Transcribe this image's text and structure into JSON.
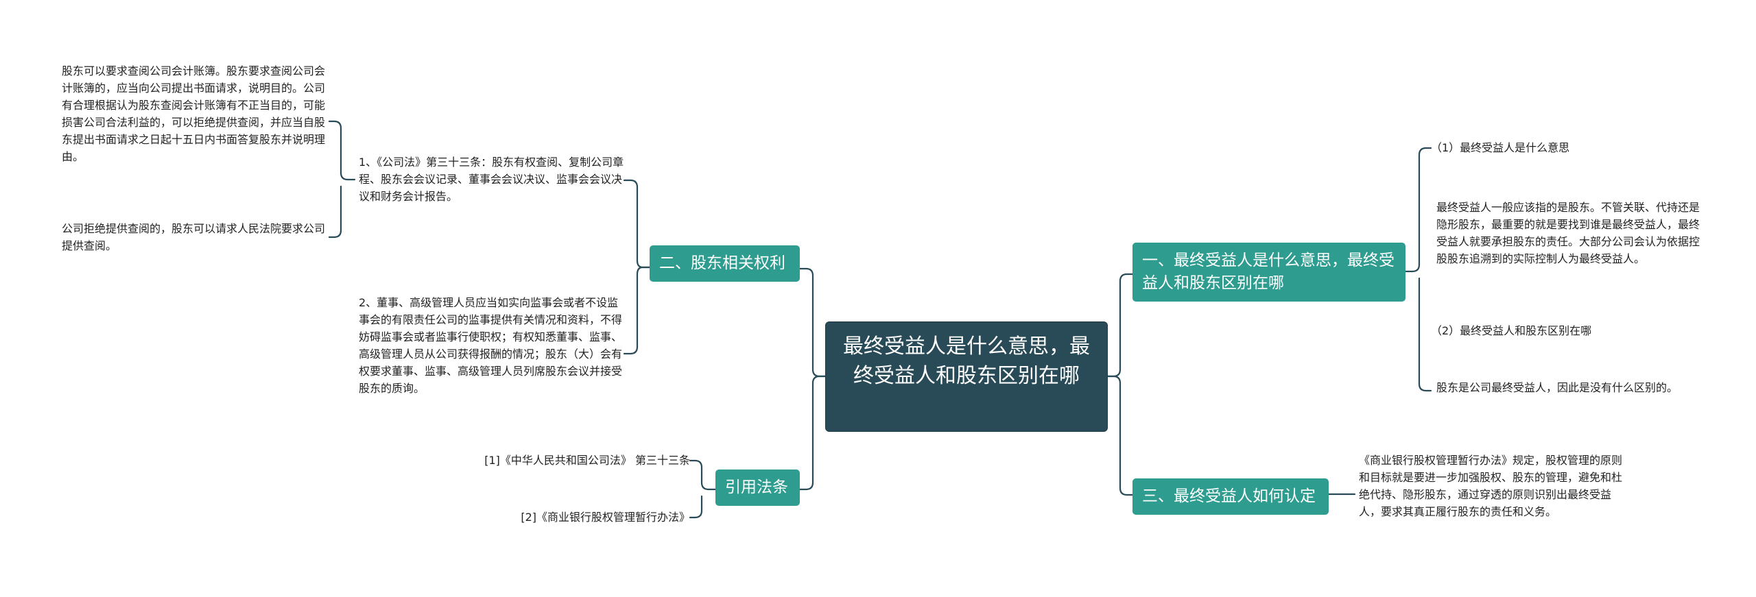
{
  "root": {
    "title": "最终受益人是什么意思，最终受益人和股东区别在哪"
  },
  "left": {
    "rights": {
      "label": "二、股东相关权利",
      "item1": {
        "text": "1、《公司法》第三十三条：股东有权查阅、复制公司章程、股东会会议记录、董事会会议决议、监事会会议决议和财务会计报告。",
        "details": [
          "股东可以要求查阅公司会计账簿。股东要求查阅公司会计账簿的，应当向公司提出书面请求，说明目的。公司有合理根据认为股东查阅会计账簿有不正当目的，可能损害公司合法利益的，可以拒绝提供查阅，并应当自股东提出书面请求之日起十五日内书面答复股东并说明理由。",
          "公司拒绝提供查阅的，股东可以请求人民法院要求公司提供查阅。"
        ]
      },
      "item2": {
        "text": "2、董事、高级管理人员应当如实向监事会或者不设监事会的有限责任公司的监事提供有关情况和资料，不得妨碍监事会或者监事行使职权；有权知悉董事、监事、高级管理人员从公司获得报酬的情况；股东（大）会有权要求董事、监事、高级管理人员列席股东会议并接受股东的质询。"
      }
    },
    "laws": {
      "label": "引用法条",
      "items": [
        "[1]《中华人民共和国公司法》 第三十三条",
        "[2]《商业银行股权管理暂行办法》"
      ]
    }
  },
  "right": {
    "meaning": {
      "label": "一、最终受益人是什么意思，最终受益人和股东区别在哪",
      "q1": "（1）最终受益人是什么意思",
      "a1": "最终受益人一般应该指的是股东。不管关联、代持还是隐形股东，最重要的就是要找到谁是最终受益人，最终受益人就要承担股东的责任。大部分公司会认为依据控股股东追溯到的实际控制人为最终受益人。",
      "q2": "（2）最终受益人和股东区别在哪",
      "a2": "股东是公司最终受益人，因此是没有什么区别的。"
    },
    "identify": {
      "label": "三、最终受益人如何认定",
      "text": "《商业银行股权管理暂行办法》规定，股权管理的原则和目标就是要进一步加强股权、股东的管理，避免和杜绝代持、隐形股东，通过穿透的原则识别出最终受益人，要求其真正履行股东的责任和义务。"
    }
  },
  "colors": {
    "root": "#284b57",
    "topic": "#2e9c8f",
    "line": "#284b57"
  }
}
